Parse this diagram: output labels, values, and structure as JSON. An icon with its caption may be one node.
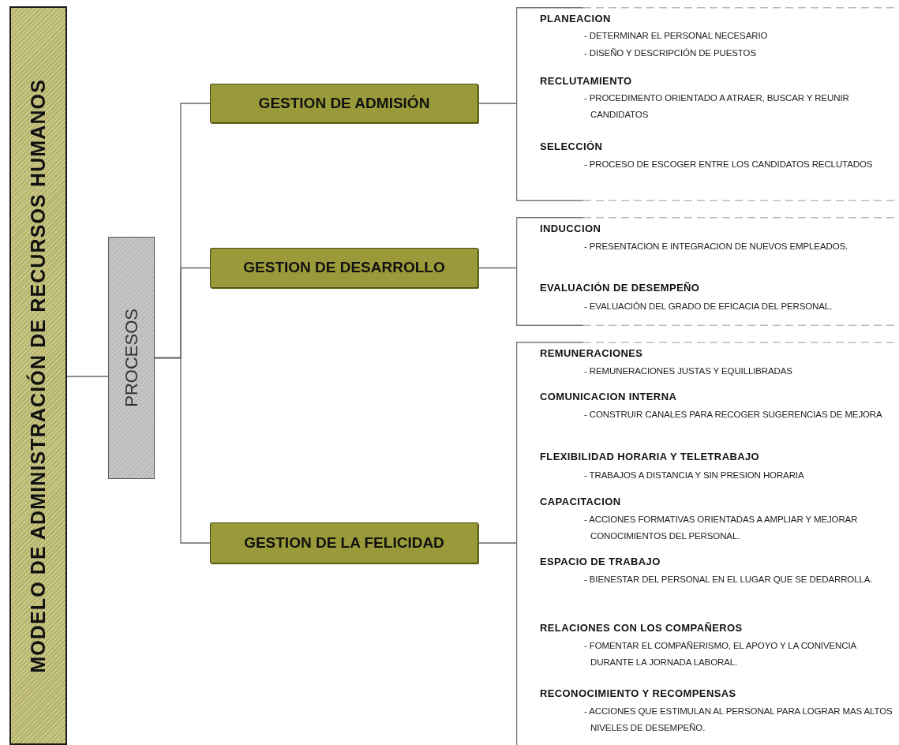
{
  "diagram": {
    "nodes": [
      {
        "text": [
          "MODELO DE ADMINISTRACIÓN DE RECURSOS HUMANOS"
        ]
      },
      {
        "text": [
          "PROCESOS"
        ]
      },
      {
        "text": [
          "GESTION DE ADMISIÓN"
        ]
      },
      {
        "text": [
          "GESTION DE DESARROLLO"
        ]
      },
      {
        "text": [
          "GESTION DE LA FELICIDAD"
        ]
      },
      {
        "text": [
          "PLANEACION",
          "- DETERMINAR EL PERSONAL NECESARIO",
          "- DISEÑO Y DESCRIPCIÓN DE PUESTOS",
          "RECLUTAMIENTO",
          "- PROCEDIMENTO ORIENTADO A ATRAER, BUSCAR Y REUNIR CANDIDATOS",
          "SELECCIÓN",
          "- PROCESO DE ESCOGER ENTRE LOS CANDIDATOS RECLUTADOS"
        ]
      },
      {
        "text": [
          "INDUCCION",
          "- PRESENTACION E INTEGRACION DE NUEVOS EMPLEADOS.",
          "EVALUACIÓN DE DESEMPEÑO",
          "- EVALUACIÓN DEL GRADO DE EFICACIA DEL PERSONAL."
        ]
      },
      {
        "text": [
          "REMUNERACIONES",
          "- REMUNERACIONES JUSTAS Y EQUILLIBRADAS",
          "COMUNICACION INTERNA",
          "- CONSTRUIR CANALES PARA RECOGER SUGERENCIAS DE MEJORA",
          "FLEXIBILIDAD HORARIA Y TELETRABAJO",
          "- TRABAJOS A DISTANCIA Y SIN PRESION HORARIA",
          "CAPACITACION",
          "- ACCIONES FORMATIVAS ORIENTADAS A AMPLIAR Y MEJORAR CONOCIMIENTOS DEL PERSONAL.",
          "ESPACIO DE TRABAJO",
          "- BIENESTAR DEL PERSONAL EN EL LUGAR QUE SE DEDARROLLA.",
          "RELACIONES CON LOS COMPAÑEROS",
          "- FOMENTAR EL COMPAÑERISMO, EL APOYO Y LA CONIVENCIA DURANTE LA JORNADA LABORAL.",
          "RECONOCIMIENTO Y RECOMPENSAS",
          "- ACCIONES QUE ESTIMULAN AL PERSONAL PARA LOGRAR MAS ALTOS NIVELES DE DESEMPEÑO."
        ]
      }
    ],
    "edges": [
      {
        "from": 0,
        "to": 1,
        "arrow": "none"
      },
      {
        "from": 1,
        "to": 2,
        "arrow": "none"
      },
      {
        "from": 1,
        "to": 3,
        "arrow": "none"
      },
      {
        "from": 1,
        "to": 4,
        "arrow": "none"
      },
      {
        "from": 2,
        "to": 5,
        "arrow": "none"
      },
      {
        "from": 3,
        "to": 6,
        "arrow": "none"
      },
      {
        "from": 4,
        "to": 7,
        "arrow": "none"
      }
    ]
  }
}
